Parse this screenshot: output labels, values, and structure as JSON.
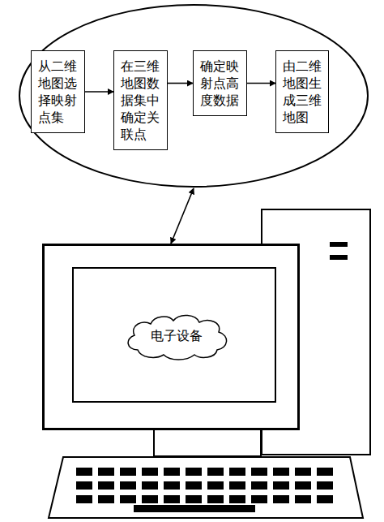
{
  "diagram": {
    "nodes": [
      {
        "text": []
      },
      {
        "text": [
          "从二维地图选择映射点集"
        ],
        "in": 0
      },
      {
        "text": [
          "在三维地图数据集中确定关联点"
        ],
        "in": 0
      },
      {
        "text": [
          "确定映射点高度数据"
        ],
        "in": 0
      },
      {
        "text": [
          "由二维地图生成三维地图"
        ],
        "in": 0
      },
      {
        "text": []
      },
      {
        "text": [
          "电子设备"
        ],
        "in": 5
      }
    ],
    "edges": [
      {
        "from": 1,
        "to": 2,
        "arrow": "to"
      },
      {
        "from": 2,
        "to": 3,
        "arrow": "to"
      },
      {
        "from": 3,
        "to": 4,
        "arrow": "to"
      },
      {
        "from": 0,
        "to": 5,
        "arrow": "both"
      }
    ]
  }
}
